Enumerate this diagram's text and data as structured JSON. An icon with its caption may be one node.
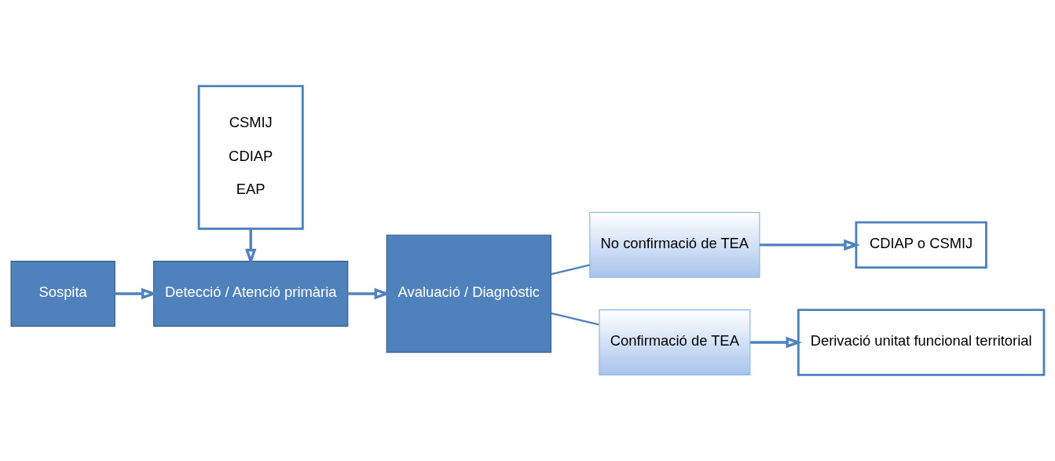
{
  "diagram": {
    "nodes": [
      {
        "text": [
          "Sospita"
        ]
      },
      {
        "text": [
          "Detecció / Atenció primària"
        ]
      },
      {
        "text": [
          "Avaluació / Diagnòstic"
        ]
      },
      {
        "text": [
          "No confirmació de TEA"
        ]
      },
      {
        "text": [
          "Confirmació de TEA"
        ]
      },
      {
        "text": [
          "CDIAP o CSMIJ"
        ]
      },
      {
        "text": [
          "Derivació unitat funcional territorial"
        ]
      },
      {
        "text": [
          "CSMIJ",
          "CDIAP",
          "EAP"
        ]
      }
    ],
    "edges": [
      {
        "from": 0,
        "to": 1,
        "arrow": "to"
      },
      {
        "from": 7,
        "to": 1,
        "arrow": "to"
      },
      {
        "from": 1,
        "to": 2,
        "arrow": "to"
      },
      {
        "from": 2,
        "to": 3,
        "arrow": "none"
      },
      {
        "from": 2,
        "to": 4,
        "arrow": "none"
      },
      {
        "from": 3,
        "to": 5,
        "arrow": "to"
      },
      {
        "from": 4,
        "to": 6,
        "arrow": "to"
      }
    ]
  }
}
